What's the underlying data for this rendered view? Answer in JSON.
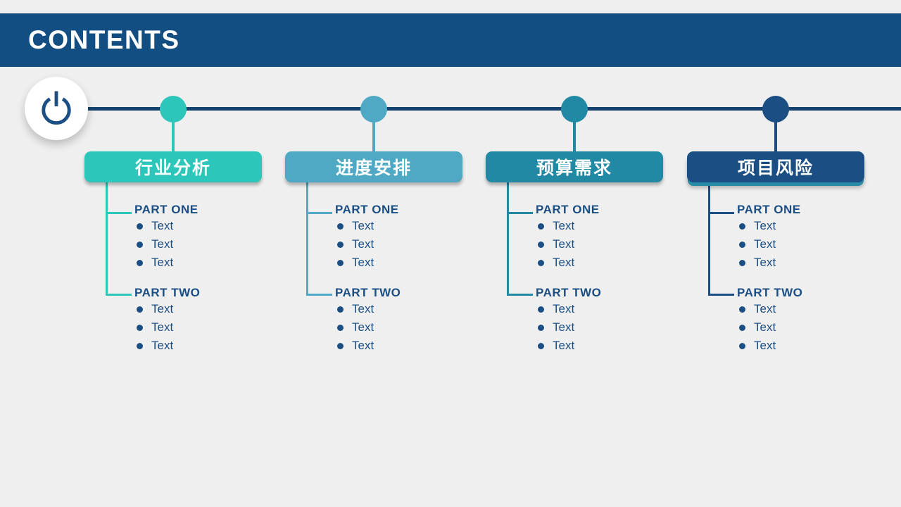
{
  "header": {
    "title": "CONTENTS"
  },
  "colors": {
    "background": "#efefef",
    "header_bg": "#134e83",
    "timeline_line": "#16436e",
    "text_navy": "#1b4e82",
    "section4_underbar": "#2a8ba6"
  },
  "timeline": {
    "icon": "power-icon"
  },
  "sections": [
    {
      "title": "行业分析",
      "accent": "#2cc7ba",
      "parts": [
        {
          "label": "PART ONE",
          "items": [
            "Text",
            "Text",
            "Text"
          ]
        },
        {
          "label": "PART TWO",
          "items": [
            "Text",
            "Text",
            "Text"
          ]
        }
      ]
    },
    {
      "title": "进度安排",
      "accent": "#4fa9c4",
      "parts": [
        {
          "label": "PART ONE",
          "items": [
            "Text",
            "Text",
            "Text"
          ]
        },
        {
          "label": "PART TWO",
          "items": [
            "Text",
            "Text",
            "Text"
          ]
        }
      ]
    },
    {
      "title": "预算需求",
      "accent": "#2289a4",
      "parts": [
        {
          "label": "PART ONE",
          "items": [
            "Text",
            "Text",
            "Text"
          ]
        },
        {
          "label": "PART TWO",
          "items": [
            "Text",
            "Text",
            "Text"
          ]
        }
      ]
    },
    {
      "title": "项目风险",
      "accent": "#1b4e82",
      "parts": [
        {
          "label": "PART ONE",
          "items": [
            "Text",
            "Text",
            "Text"
          ]
        },
        {
          "label": "PART TWO",
          "items": [
            "Text",
            "Text",
            "Text"
          ]
        }
      ]
    }
  ]
}
